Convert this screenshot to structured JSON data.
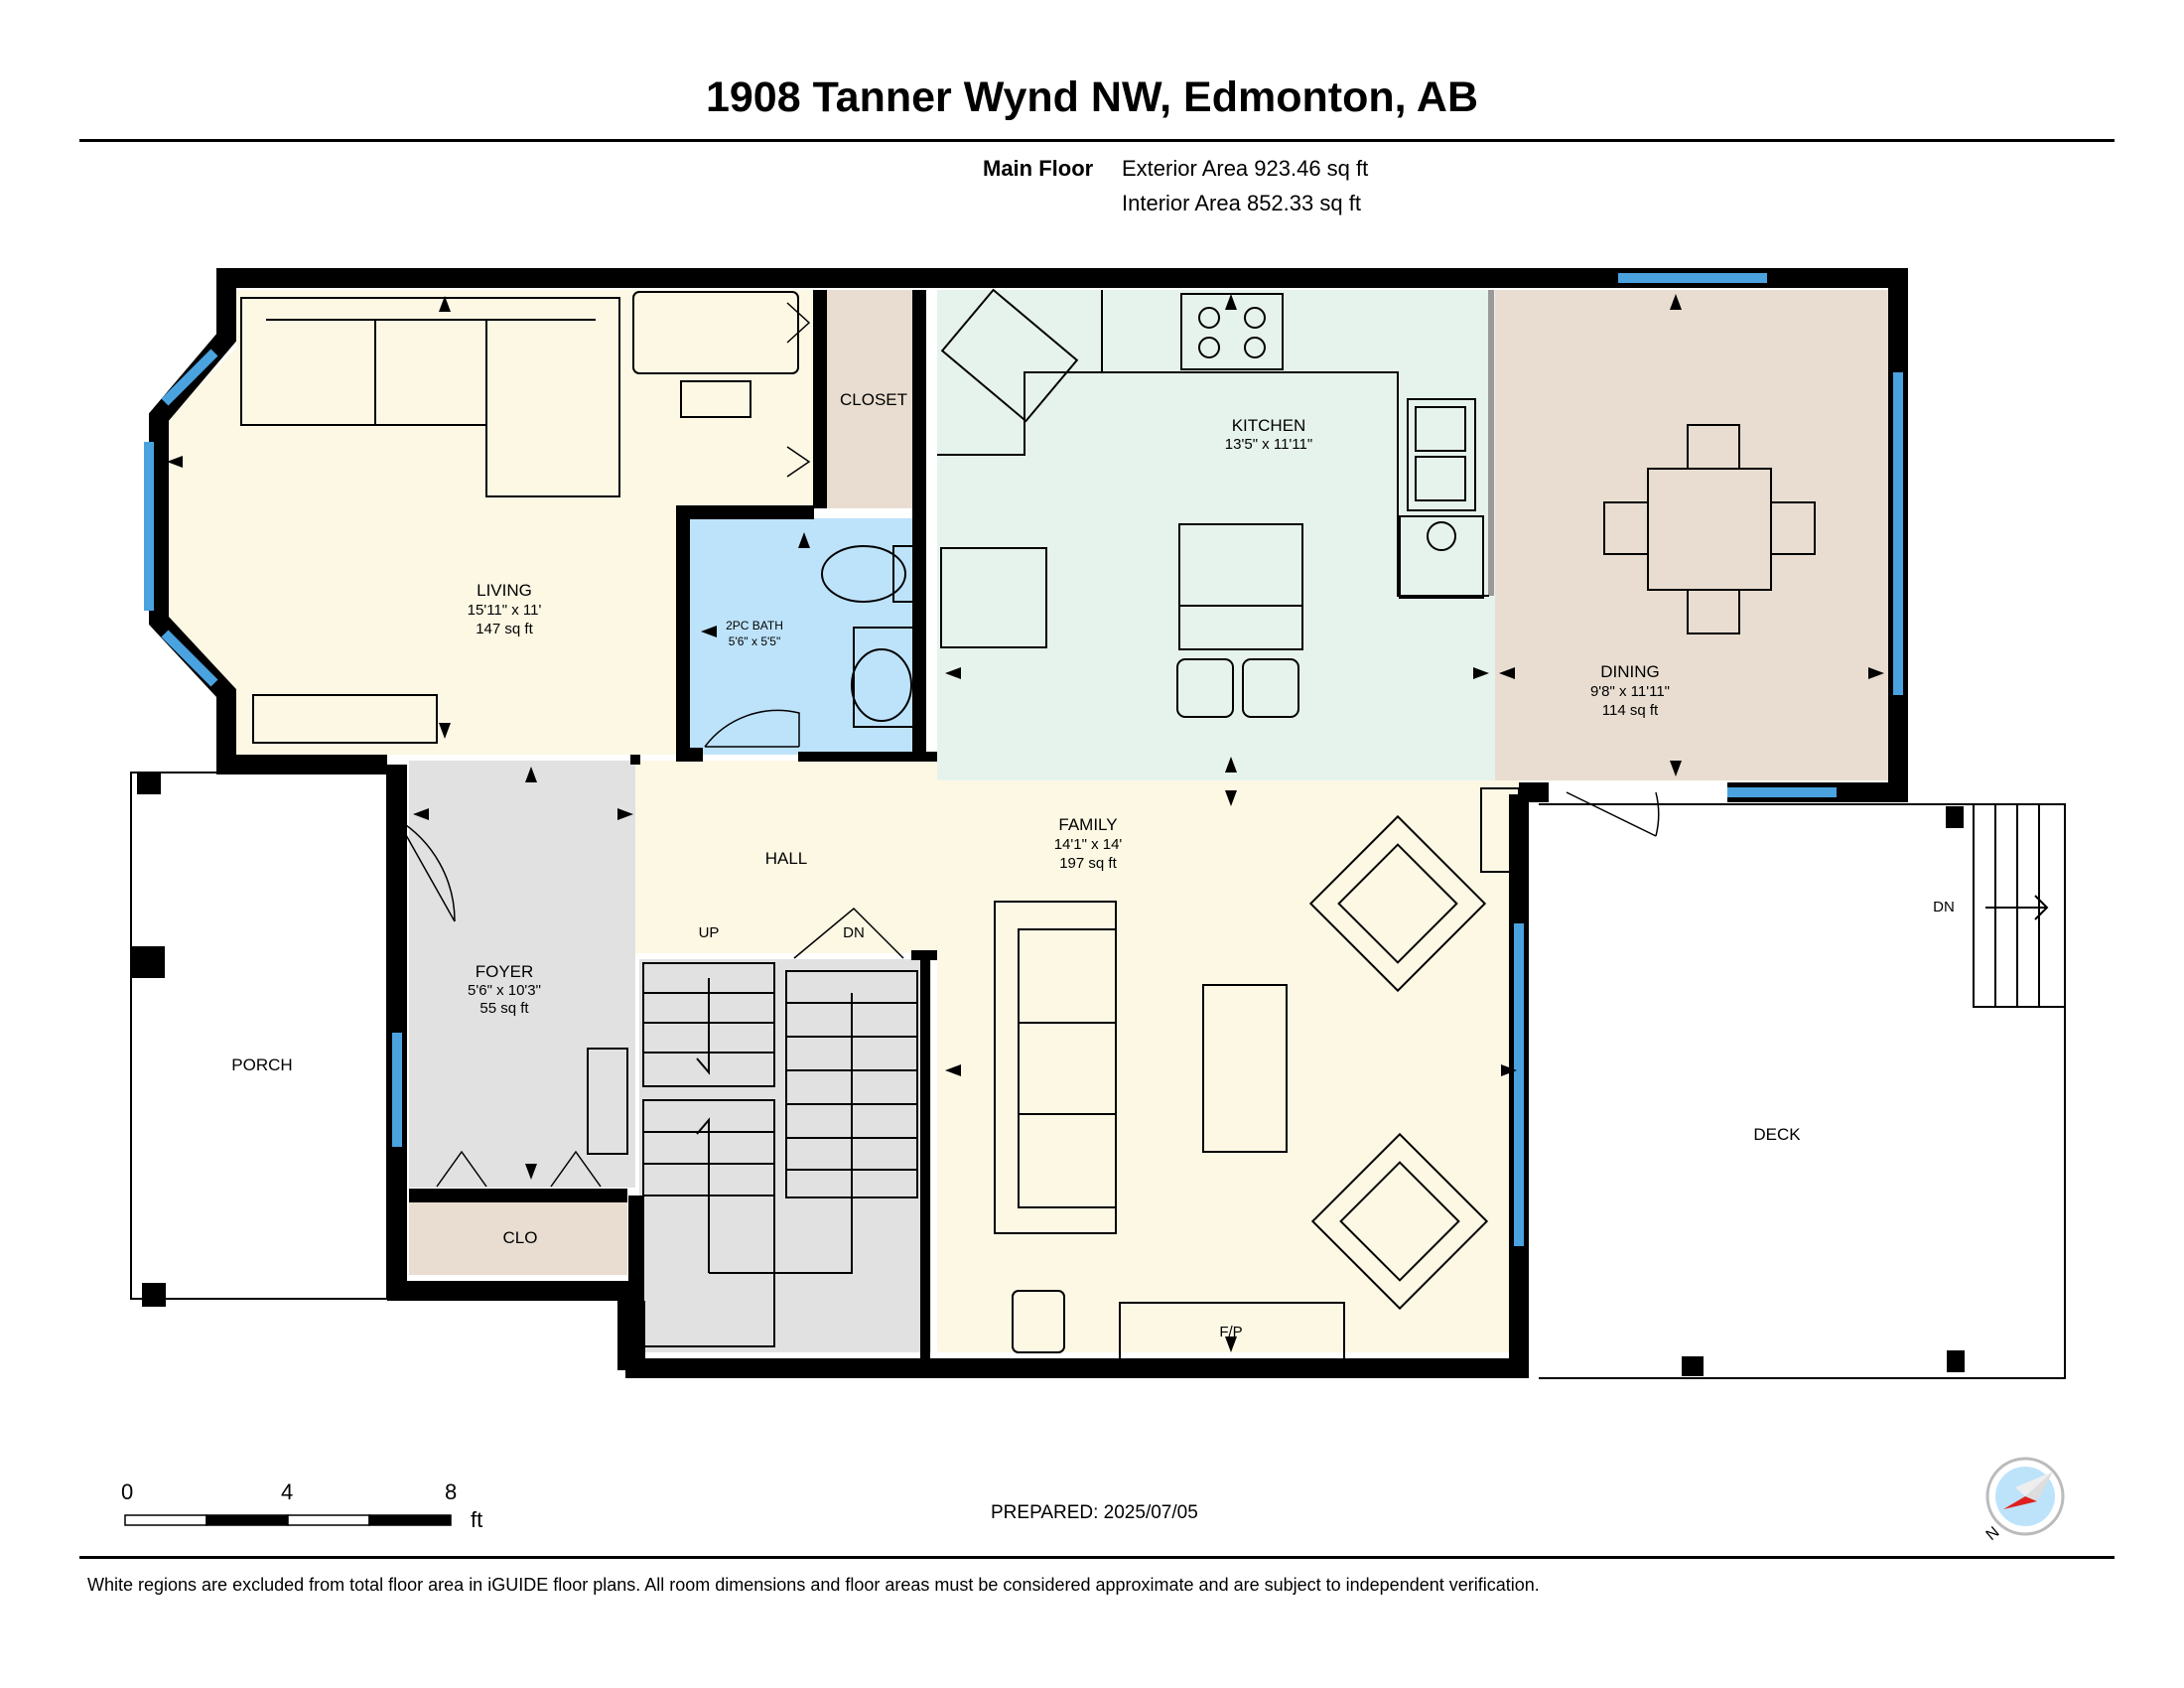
{
  "header": {
    "address": "1908 Tanner Wynd NW, Edmonton, AB",
    "floor_name": "Main Floor",
    "exterior_area": "Exterior Area 923.46 sq ft",
    "interior_area": "Interior Area 852.33 sq ft"
  },
  "rooms": {
    "living": {
      "name": "LIVING",
      "dims": "15'11\" x 11'",
      "area": "147 sq ft"
    },
    "closet": {
      "name": "CLOSET"
    },
    "kitchen": {
      "name": "KITCHEN",
      "dims": "13'5\" x 11'11\""
    },
    "dining": {
      "name": "DINING",
      "dims": "9'8\" x 11'11\"",
      "area": "114 sq ft"
    },
    "bath": {
      "name": "2PC BATH",
      "dims": "5'6\" x 5'5\""
    },
    "family": {
      "name": "FAMILY",
      "dims": "14'1\" x 14'",
      "area": "197 sq ft"
    },
    "hall": {
      "name": "HALL"
    },
    "foyer": {
      "name": "FOYER",
      "dims": "5'6\" x 10'3\"",
      "area": "55 sq ft"
    },
    "porch": {
      "name": "PORCH"
    },
    "clo": {
      "name": "CLO"
    },
    "deck": {
      "name": "DECK"
    }
  },
  "annotations": {
    "stairs_up": "UP",
    "stairs_down": "DN",
    "deck_down": "DN",
    "fireplace": "F/P"
  },
  "scale_bar": {
    "tick0": "0",
    "tick1": "4",
    "tick2": "8",
    "unit": "ft"
  },
  "compass": {
    "north_label": "N"
  },
  "footer": {
    "prepared": "PREPARED: 2025/07/05",
    "disclaimer": "White regions are excluded from total floor area in iGUIDE floor plans. All room dimensions and floor areas must be considered approximate and are subject to independent verification."
  },
  "colors": {
    "living": "#fdf8e4",
    "kitchen": "#e6f3ec",
    "dining": "#e8ddd0",
    "bath": "#bde3fb",
    "family": "#fdf8e4",
    "foyer": "#e1e1e1",
    "closet": "#e8ddd0",
    "window": "#4aa3df",
    "wall": "#000000"
  }
}
